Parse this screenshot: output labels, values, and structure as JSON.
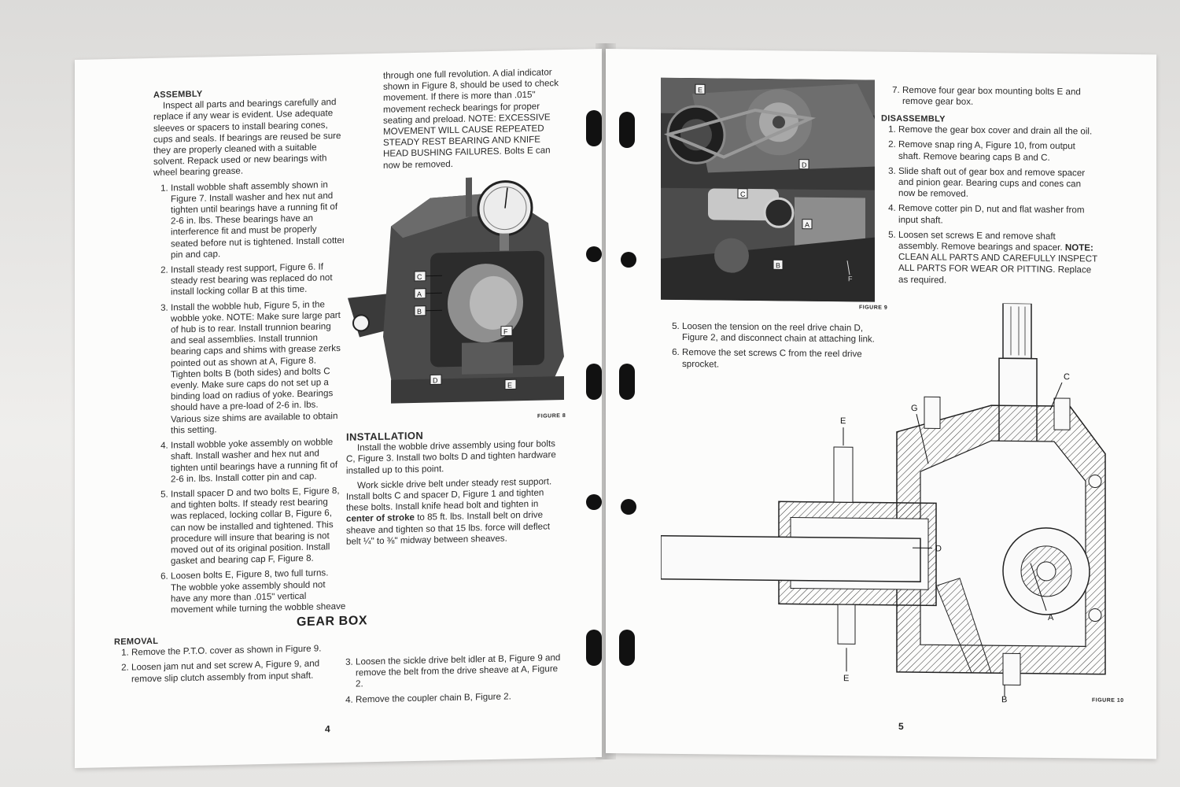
{
  "left": {
    "assembly": {
      "heading": "ASSEMBLY",
      "intro": "Inspect all parts and bearings carefully and replace if any wear is evident. Use adequate sleeves or spacers to install bearing cones, cups and seals. If bearings are reused be sure they are properly cleaned with a suitable solvent. Repack used or new bearings with wheel bearing grease.",
      "steps": [
        "Install wobble shaft assembly shown in Figure 7. Install washer and hex nut and tighten until bearings have a running fit of 2-6 in. lbs. These bearings have an interference fit and must be properly seated before nut is tightened. Install cotter pin and cap.",
        "Install steady rest support, Figure 6. If steady rest bearing was replaced do not install locking collar B at this time.",
        "Install the wobble hub, Figure 5, in the wobble yoke. NOTE: Make sure large part of hub is to rear. Install trunnion bearing and seal assemblies. Install trunnion bearing caps and shims with grease zerks pointed out as shown at A, Figure 8. Tighten bolts B (both sides) and bolts C evenly. Make sure caps do not set up a binding load on radius of yoke. Bearings should have a pre-load of 2-6 in. lbs. Various size shims are available to obtain this setting.",
        "Install wobble yoke assembly on wobble shaft. Install washer and hex nut and tighten until bearings have a running fit of 2-6 in. lbs. Install cotter pin and cap.",
        "Install spacer D and two bolts E, Figure 8, and tighten bolts. If steady rest bearing was replaced, locking collar B, Figure 6, can now be installed and tightened. This procedure will insure that bearing is not moved out of its original position. Install gasket and bearing cap F, Figure 8.",
        "Loosen bolts E, Figure 8, two full turns. The wobble yoke assembly should not have any more than .015\" vertical movement while turning the wobble sheave"
      ]
    },
    "continued": "through one full revolution. A dial indicator shown in Figure 8, should be used to check movement. If there is more than .015\" movement recheck bearings for proper seating and preload. NOTE: EXCESSIVE MOVEMENT WILL CAUSE REPEATED STEADY REST BEARING AND KNIFE HEAD BUSHING FAILURES. Bolts E can now be removed.",
    "figure8": {
      "label": "FIGURE 8",
      "callouts": [
        "C",
        "A",
        "B",
        "F",
        "D",
        "E"
      ]
    },
    "installation": {
      "heading": "INSTALLATION",
      "p1": "Install the wobble drive assembly using four bolts C, Figure 3. Install two bolts D and tighten hardware installed up to this point.",
      "p2a": "Work sickle drive belt under steady rest support. Install bolts C and spacer D, Figure 1 and tighten these bolts. Install knife head bolt and tighten in ",
      "p2b": "center of stroke",
      "p2c": " to 85 ft. lbs. Install belt on drive sheave and tighten so that 15 lbs. force will deflect belt ¼\" to ⅜\" midway between sheaves."
    },
    "gearbox": {
      "title": "GEAR BOX",
      "removal_heading": "REMOVAL",
      "steps": [
        "Remove the P.T.O. cover as shown in Figure 9.",
        "Loosen jam nut and set screw A, Figure 9, and remove slip clutch assembly from input shaft.",
        "Loosen the sickle drive belt idler at B, Figure 9 and remove the belt from the drive sheave at A, Figure 2.",
        "Remove the coupler chain B, Figure 2."
      ]
    },
    "page_number": "4"
  },
  "right": {
    "figure9": {
      "label": "FIGURE 9",
      "callouts": [
        "E",
        "D",
        "C",
        "A",
        "B",
        "F"
      ]
    },
    "steps_a": [
      "Loosen the tension on the reel drive chain D, Figure 2, and disconnect chain at attaching link.",
      "Remove the set screws C from the reel drive sprocket.",
      "Remove four gear box mounting bolts E and remove gear box."
    ],
    "disassembly": {
      "heading": "DISASSEMBLY",
      "steps": [
        "Remove the gear box cover and drain all the oil.",
        "Remove snap ring A, Figure 10, from output shaft. Remove bearing caps B and C.",
        "Slide shaft out of gear box and remove spacer and pinion gear. Bearing cups and cones can now be removed.",
        "Remove cotter pin D, nut and flat washer from input shaft.",
        "Loosen set screws E and remove shaft assembly. Remove bearings and spacer."
      ],
      "note_label": "NOTE:",
      "note": " CLEAN ALL PARTS AND CAREFULLY INSPECT ALL PARTS FOR WEAR OR PITTING.",
      "note_tail": " Replace as required."
    },
    "figure10": {
      "label": "FIGURE 10",
      "callouts": [
        "G",
        "C",
        "E",
        "D",
        "A",
        "E",
        "B"
      ]
    },
    "page_number": "5"
  }
}
